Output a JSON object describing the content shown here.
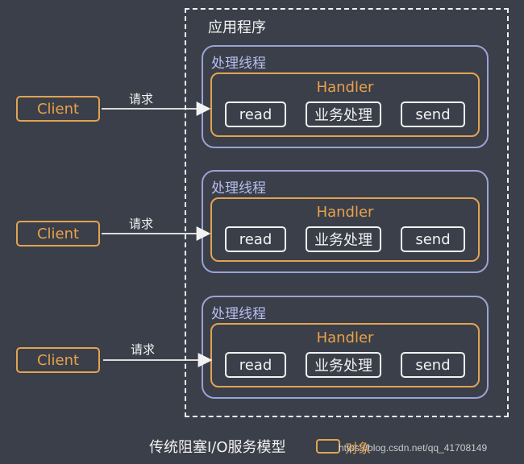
{
  "diagram": {
    "app_title": "应用程序",
    "threads": [
      {
        "title": "处理线程",
        "handler": "Handler",
        "ops": [
          "read",
          "业务处理",
          "send"
        ]
      },
      {
        "title": "处理线程",
        "handler": "Handler",
        "ops": [
          "read",
          "业务处理",
          "send"
        ]
      },
      {
        "title": "处理线程",
        "handler": "Handler",
        "ops": [
          "read",
          "业务处理",
          "send"
        ]
      }
    ],
    "clients": [
      "Client",
      "Client",
      "Client"
    ],
    "request_label": "请求",
    "footer_title": "传统阻塞I/O服务模型",
    "legend_label": "对象",
    "watermark": "https://blog.csdn.net/qq_41708149"
  },
  "colors": {
    "background": "#3b3f49",
    "thread_border": "#9aa3d6",
    "handler_border": "#e2a354",
    "text": "#f2f2f2"
  }
}
